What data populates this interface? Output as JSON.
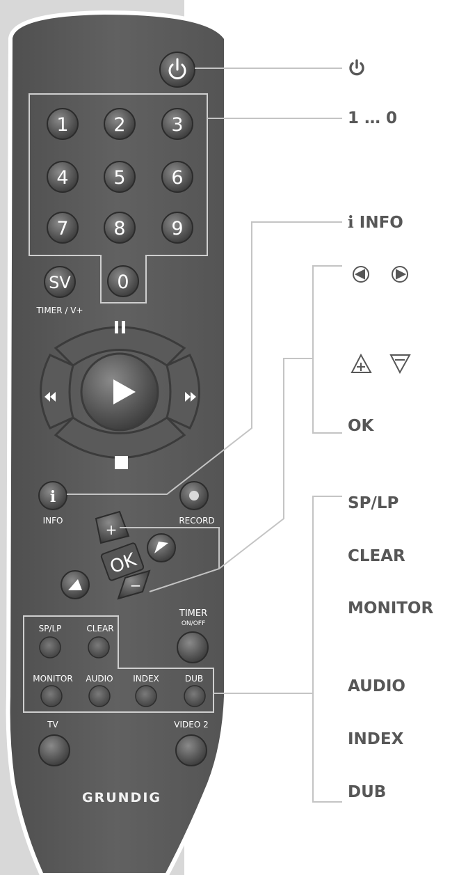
{
  "remote": {
    "brand": "GRUNDIG",
    "buttons": {
      "numbers": [
        "1",
        "2",
        "3",
        "4",
        "5",
        "6",
        "7",
        "8",
        "9",
        "0"
      ],
      "sv": "SV",
      "timer_v": "TIMER / V+",
      "info": "INFO",
      "record": "RECORD",
      "ok": "OK",
      "sp_lp": "SP/LP",
      "clear": "CLEAR",
      "timer": "TIMER",
      "on_off": "ON/OFF",
      "monitor": "MONITOR",
      "audio": "AUDIO",
      "index": "INDEX",
      "dub": "DUB",
      "tv": "TV",
      "video2": "VIDEO 2"
    }
  },
  "callouts": {
    "power_icon": "power-icon",
    "numbers": "1 … 0",
    "info_prefix": "i",
    "info": "INFO",
    "arrows_lr_icon": "left-right-arrows-icon",
    "plus_minus_icon": "plus-minus-triangles-icon",
    "ok": "OK",
    "sp_lp": "SP/LP",
    "clear": "CLEAR",
    "monitor": "MONITOR",
    "audio": "AUDIO",
    "index": "INDEX",
    "dub": "DUB"
  }
}
